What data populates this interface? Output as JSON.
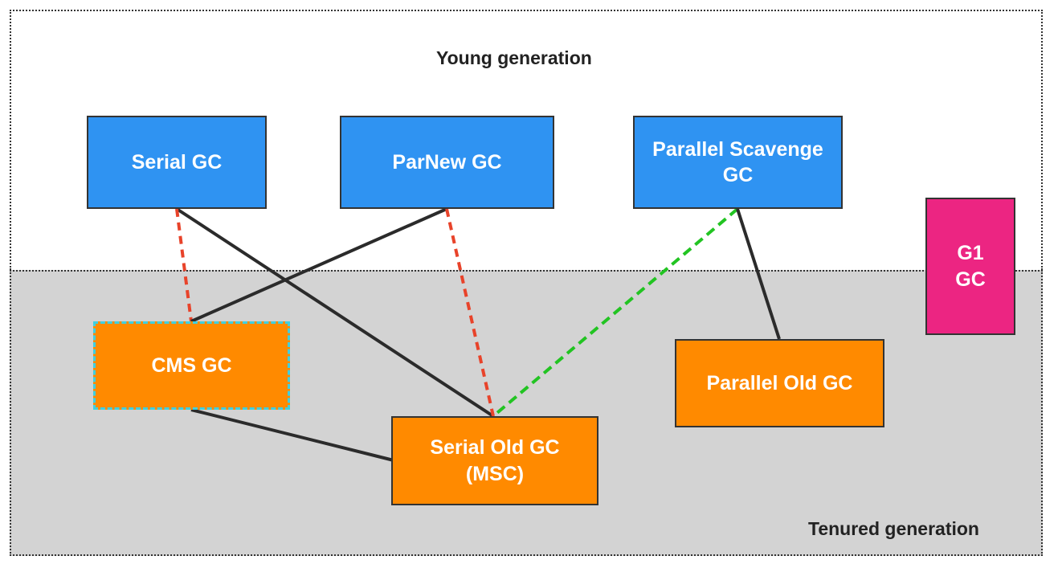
{
  "regions": {
    "young": "Young generation",
    "tenured": "Tenured generation"
  },
  "nodes": {
    "serial": "Serial GC",
    "parnew": "ParNew GC",
    "parallel_scavenge": [
      "Parallel Scavenge",
      "GC"
    ],
    "g1": [
      "G1",
      "GC"
    ],
    "cms": "CMS GC",
    "parallel_old": "Parallel Old GC",
    "serial_old": [
      "Serial Old GC",
      "(MSC)"
    ]
  },
  "colors": {
    "young_collector": "#2f93f2",
    "old_collector": "#ff8a00",
    "g1_collector": "#ec2582",
    "solid_link": "#2b2b2b",
    "fallback_link": "#e8432a",
    "deprecated_link": "#22c422",
    "cms_border": "#3fcfe0"
  },
  "links": [
    {
      "from": "serial",
      "to": "serial_old",
      "style": "solid"
    },
    {
      "from": "serial",
      "to": "cms",
      "style": "red-dashed"
    },
    {
      "from": "parnew",
      "to": "cms",
      "style": "solid"
    },
    {
      "from": "parnew",
      "to": "serial_old",
      "style": "red-dashed"
    },
    {
      "from": "parallel_scavenge",
      "to": "serial_old",
      "style": "green-dashed"
    },
    {
      "from": "parallel_scavenge",
      "to": "parallel_old",
      "style": "solid"
    },
    {
      "from": "cms",
      "to": "serial_old",
      "style": "solid"
    }
  ]
}
